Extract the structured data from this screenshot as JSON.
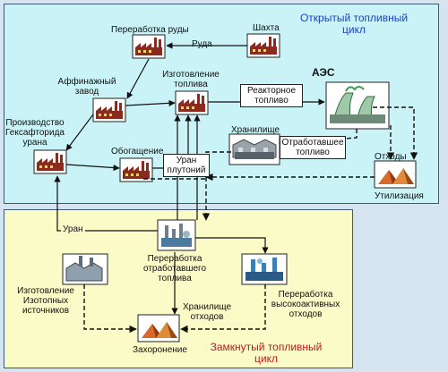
{
  "cycles": {
    "open": {
      "title_line1": "Открытый топливный",
      "title_line2": "цикл"
    },
    "closed": {
      "title_line1": "Замкнутый топливный",
      "title_line2": "цикл"
    }
  },
  "nodes": {
    "mine": "Шахта",
    "ore_processing": "Переработка руды",
    "refining_line1": "Аффинажный",
    "refining_line2": "завод",
    "hexafluoride_line1": "Производство",
    "hexafluoride_line2": "Гексафторида",
    "hexafluoride_line3": "урана",
    "enrichment": "Обогащение",
    "fuel_fab_line1": "Изготовление",
    "fuel_fab_line2": "топлива",
    "npp": "АЭС",
    "storage": "Хранилище",
    "waste_top": "Отходы",
    "utilization": "Утилизация",
    "reprocessing_line1": "Переработка",
    "reprocessing_line2": "отработавшего",
    "reprocessing_line3": "топлива",
    "isotopes_line1": "Изготовление",
    "isotopes_line2": "Изотопных",
    "isotopes_line3": "источников",
    "hlw_line1": "Переработка",
    "hlw_line2": "высокоактивных",
    "hlw_line3": "отходов",
    "burial": "Захоронение"
  },
  "flows": {
    "ore": "Руда",
    "reactor_fuel_line1": "Реакторное",
    "reactor_fuel_line2": "топливо",
    "spent_fuel_line1": "Отработавшее",
    "spent_fuel_line2": "топливо",
    "uranium_plutonium_line1": "Уран",
    "uranium_plutonium_line2": "плутоний",
    "uranium": "Уран",
    "waste_storage_line1": "Хранилище",
    "waste_storage_line2": "отходов"
  }
}
